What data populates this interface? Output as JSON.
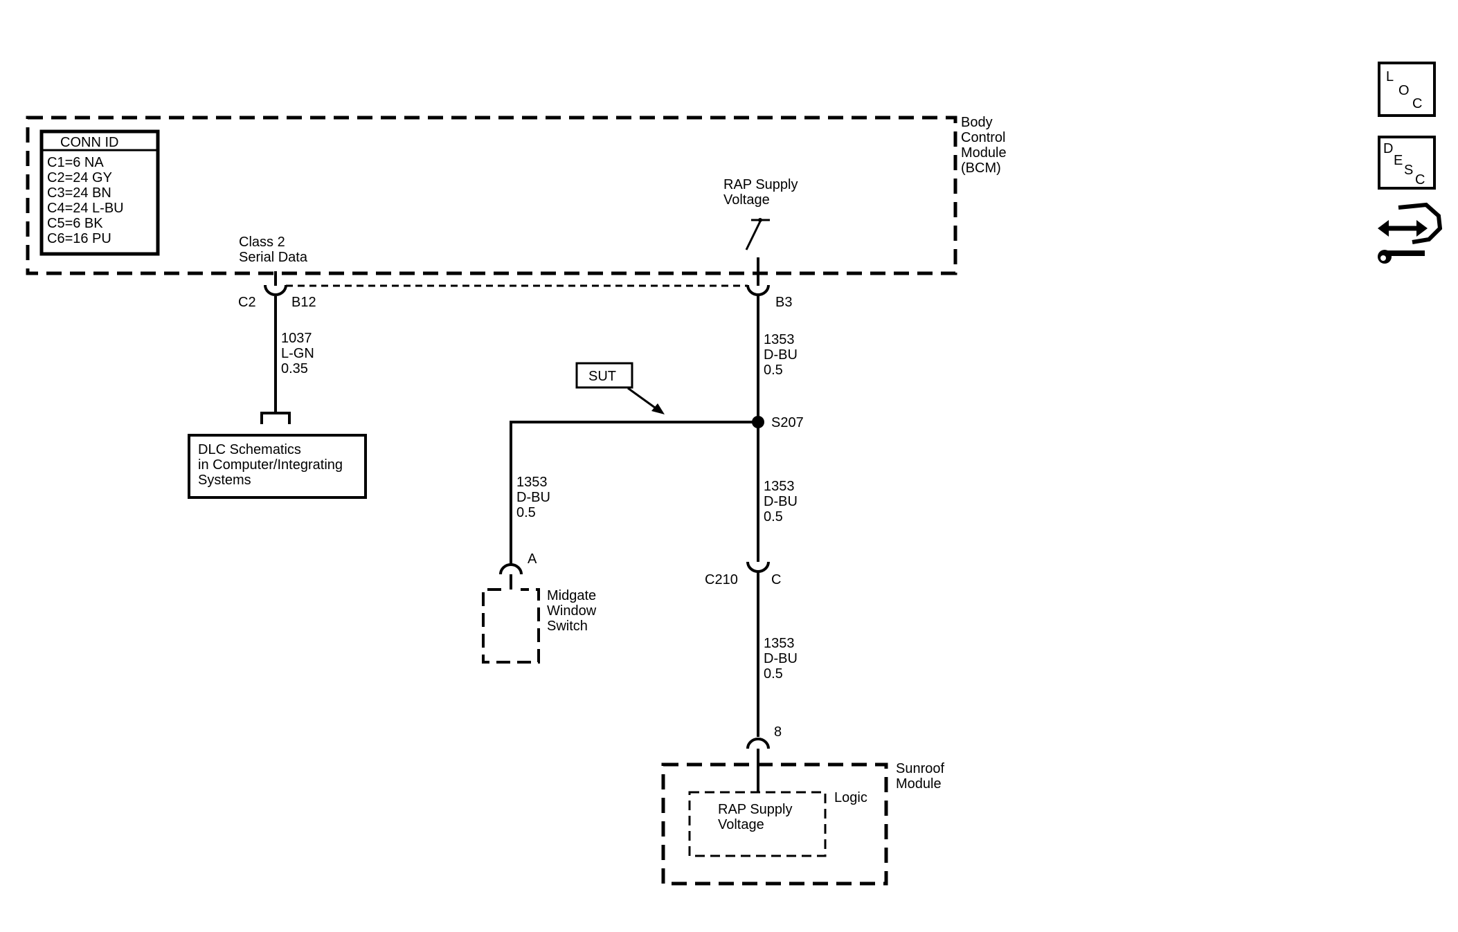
{
  "bcm": {
    "label_line1": "Body",
    "label_line2": "Control",
    "label_line3": "Module",
    "label_line4": "(BCM)"
  },
  "conn_id": {
    "header": "CONN ID",
    "rows": [
      "C1=6 NA",
      "C2=24 GY",
      "C3=24 BN",
      "C4=24 L-BU",
      "C5=6 BK",
      "C6=16 PU"
    ]
  },
  "class2": {
    "label_line1": "Class 2",
    "label_line2": "Serial Data",
    "connector": "C2",
    "pin": "B12",
    "wire_circuit": "1037",
    "wire_color": "L-GN",
    "wire_size": "0.35"
  },
  "dlc": {
    "line1": "DLC Schematics",
    "line2": "in Computer/Integrating",
    "line3": "Systems"
  },
  "rap": {
    "label_line1": "RAP Supply",
    "label_line2": "Voltage",
    "pin": "B3"
  },
  "wire_1353": {
    "circuit": "1353",
    "color": "D-BU",
    "size": "0.5"
  },
  "splice": {
    "id": "S207",
    "sut_label": "SUT"
  },
  "midgate": {
    "pin": "A",
    "line1": "Midgate",
    "line2": "Window",
    "line3": "Switch"
  },
  "c210": {
    "connector": "C210",
    "pin": "C"
  },
  "sunroof": {
    "pin": "8",
    "label_line1": "Sunroof",
    "label_line2": "Module",
    "logic_label": "Logic",
    "inner_line1": "RAP Supply",
    "inner_line2": "Voltage"
  },
  "side_icons": {
    "loc": [
      "L",
      "O",
      "C"
    ],
    "desc": [
      "D",
      "E",
      "S",
      "C"
    ],
    "tool_icon": "connector-wrench-icon"
  }
}
